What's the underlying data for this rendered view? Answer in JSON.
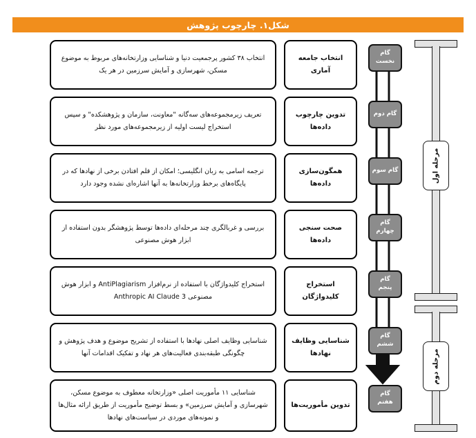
{
  "figure": {
    "banner_title": "شکل۱. چارچوب پژوهش",
    "banner_color": "#F18E1C",
    "banner_text_color": "#FFFFFF",
    "step_badge_color": "#8C8C8C",
    "bracket_color": "#E3E3E3"
  },
  "rows": [
    {
      "step": "گام\nنخست",
      "step_line1": "گام",
      "step_line2": "نخست",
      "stage": "انتخاب جامعه آماری",
      "description": "انتخاب ۳۸ کشور پرجمعیت دنیا و شناسایی وزارتخانه‌های مربوط به موضوع مسکن، شهرسازی و آمایش سرزمین در هر یک"
    },
    {
      "step_line1": "گام دوم",
      "step_line2": "",
      "stage": "تدوین چارچوب داده‌ها",
      "description": "تعریف زیرمجموعه‌های سه‌گانه \"معاونت، سازمان و پژوهشکده\" و سپس استخراج لیست اولیه از زیرمجموعه‌های مورد نظر"
    },
    {
      "step_line1": "گام سوم",
      "step_line2": "",
      "stage": "همگون‌سازی داده‌ها",
      "description": "ترجمه اسامی به زبان انگلیسی؛ امکان از قلم افتادن برخی از نهادها که در پایگاه‌های برخط وزارتخانه‌ها به آنها اشاره‌ای نشده وجود دارد"
    },
    {
      "step_line1": "گام",
      "step_line2": "چهارم",
      "stage": "صحت سنجی داده‌ها",
      "description": "بررسی و غربالگری چند مرحله‌ای داده‌ها توسط پژوهشگر بدون استفاده از ابزار هوش مصنوعی"
    },
    {
      "step_line1": "گام",
      "step_line2": "پنجم",
      "stage": "استخراج کلیدواژگان",
      "description": "استخراج کلیدواژگان با استفاده از نرم‌افزار AntiPlagiarism و ابزار هوش مصنوعی Anthropic AI Claude 3"
    },
    {
      "step_line1": "گام",
      "step_line2": "ششم",
      "stage": "شناسایی وظایف نهادها",
      "description": "شناسایی وظایف اصلی نهادها با استفاده از تشریح موضوع و هدف پژوهش و چگونگی طبقه‌بندی فعالیت‌های هر نهاد و تفکیک اقدامات آنها"
    },
    {
      "step_line1": "گام",
      "step_line2": "هفتم",
      "stage": "تدوین مأموریت‌ها",
      "description": "شناسایی ۱۱ مأموریت اصلی «وزارتخانه معطوف به موضوع مسکن، شهرسازی و آمایش سرزمین» و بسط توضیح مأموریت از طریق ارائه مثال‌ها و نمونه‌های موردی در سیاست‌های نهادها"
    }
  ],
  "phases": [
    {
      "label": "مرحله اول"
    },
    {
      "label": "مرحله دوم"
    }
  ]
}
